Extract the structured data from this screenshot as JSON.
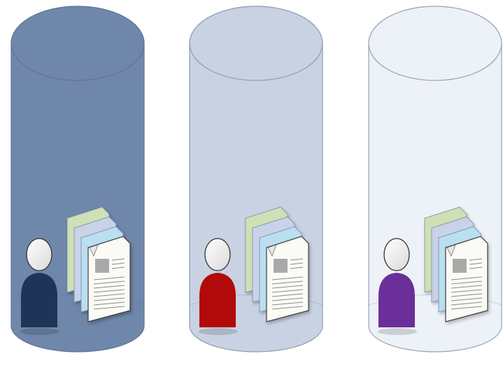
{
  "diagram": {
    "cylinders": [
      {
        "id": "cylinder-1",
        "fill": "#6f87aa",
        "stroke": "#5f7595",
        "person_color": "#1f3558"
      },
      {
        "id": "cylinder-2",
        "fill": "#c8d2e2",
        "stroke": "#8f9bb0",
        "person_color": "#b20a0a"
      },
      {
        "id": "cylinder-3",
        "fill": "#edf1f8",
        "stroke": "#9aa3b2",
        "person_color": "#6a2f98"
      }
    ],
    "document_colors": [
      "#cfe0b6",
      "#c8d2e8",
      "#b9dff0",
      "#fbfbf6"
    ],
    "document_icon": "document-stack-icon",
    "person_icon": "person-icon"
  }
}
